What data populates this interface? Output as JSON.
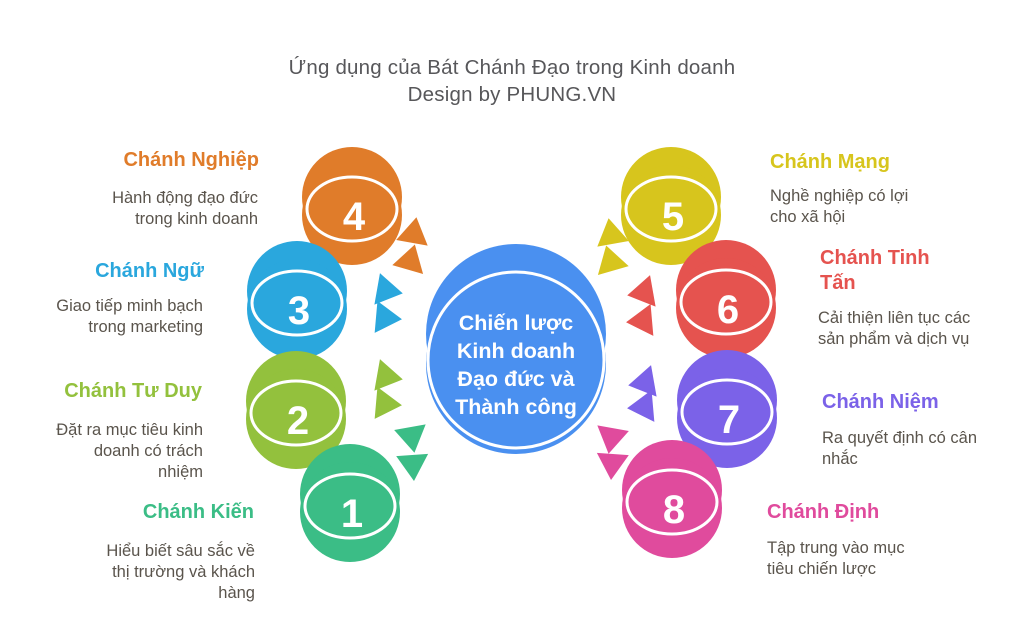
{
  "title": {
    "line1": "Ứng dụng của Bát Chánh Đạo trong Kinh doanh",
    "line2": "Design by PHUNG.VN",
    "color": "#57575a"
  },
  "center": {
    "color": "#4a90f0",
    "text_color": "#ffffff",
    "lines": [
      "Chiến lược",
      "Kinh doanh",
      "Đạo đức và",
      "Thành công"
    ]
  },
  "desc_color": "#5a544c",
  "nodes": [
    {
      "number": "1",
      "label": "Chánh Kiến",
      "desc": "Hiểu biết sâu sắc về thị trường và khách hàng",
      "color": "#3bbd86"
    },
    {
      "number": "2",
      "label": "Chánh Tư Duy",
      "desc": "Đặt ra mục tiêu kinh doanh có trách nhiệm",
      "color": "#93c13d"
    },
    {
      "number": "3",
      "label": "Chánh Ngữ",
      "desc": "Giao tiếp minh bạch trong marketing",
      "color": "#2aa7dd"
    },
    {
      "number": "4",
      "label": "Chánh Nghiệp",
      "desc": "Hành động đạo đức trong kinh doanh",
      "color": "#e07c2a"
    },
    {
      "number": "5",
      "label": "Chánh Mạng",
      "desc": "Nghề nghiệp có lợi cho xã hội",
      "color": "#d7c51d"
    },
    {
      "number": "6",
      "label": "Chánh Tinh Tấn",
      "desc": "Cải thiện liên tục các sản phẩm và dịch vụ",
      "color": "#e5534f"
    },
    {
      "number": "7",
      "label": "Chánh Niệm",
      "desc": "Ra quyết định có cân nhắc",
      "color": "#7b62e8"
    },
    {
      "number": "8",
      "label": "Chánh Định",
      "desc": "Tập trung vào mục tiêu chiến lược",
      "color": "#e04b9d"
    }
  ]
}
